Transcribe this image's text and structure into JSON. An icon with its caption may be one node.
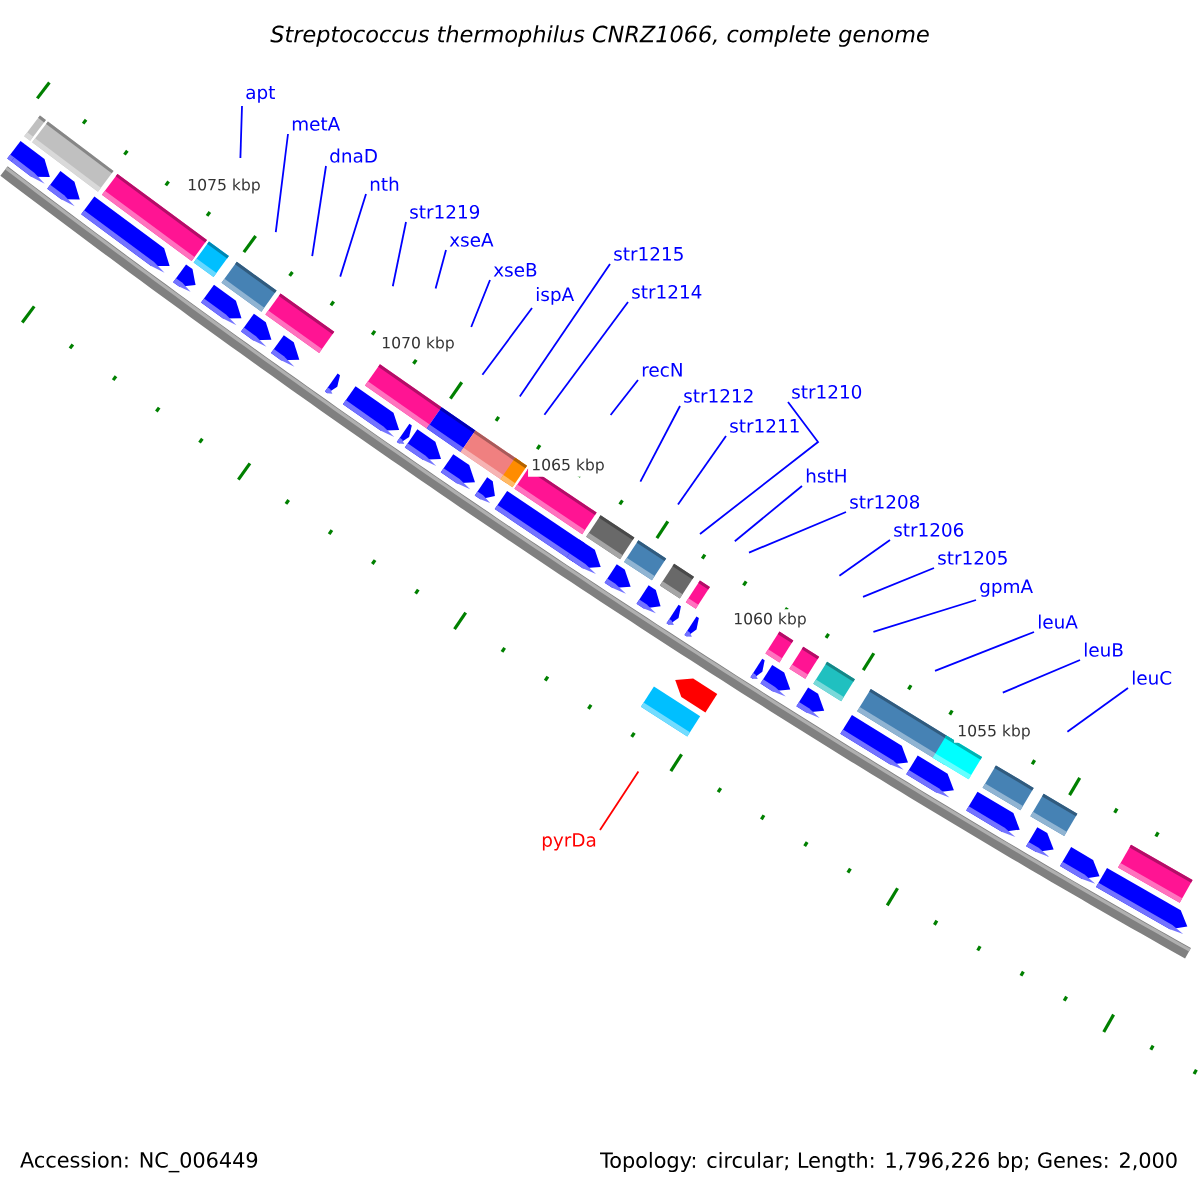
{
  "diagram": {
    "title": "Streptococcus thermophilus CNRZ1066, complete genome",
    "nodes": [
      {
        "text": [
          "apt"
        ]
      },
      {
        "text": [
          "metA"
        ]
      },
      {
        "text": [
          "dnaD"
        ]
      },
      {
        "text": [
          "nth"
        ]
      },
      {
        "text": [
          "str1219"
        ]
      },
      {
        "text": [
          "xseA"
        ]
      },
      {
        "text": [
          "xseB"
        ]
      },
      {
        "text": [
          "ispA"
        ]
      },
      {
        "text": [
          "str1215"
        ]
      },
      {
        "text": [
          "str1214"
        ]
      },
      {
        "text": [
          "recN"
        ]
      },
      {
        "text": [
          "str1212"
        ]
      },
      {
        "text": [
          "str1210"
        ]
      },
      {
        "text": [
          "str1211"
        ]
      },
      {
        "text": [
          "hstH"
        ]
      },
      {
        "text": [
          "str1208"
        ]
      },
      {
        "text": [
          "str1206"
        ]
      },
      {
        "text": [
          "str1205"
        ]
      },
      {
        "text": [
          "gpmA"
        ]
      },
      {
        "text": [
          "leuA"
        ]
      },
      {
        "text": [
          "leuB"
        ]
      },
      {
        "text": [
          "leuC"
        ]
      },
      {
        "text": [
          "pyrDa"
        ]
      }
    ],
    "edges": [
      {
        "from": 0,
        "to": null,
        "arrow": "none"
      },
      {
        "from": 1,
        "to": null,
        "arrow": "none"
      },
      {
        "from": 2,
        "to": null,
        "arrow": "none"
      },
      {
        "from": 3,
        "to": null,
        "arrow": "none"
      },
      {
        "from": 4,
        "to": null,
        "arrow": "none"
      },
      {
        "from": 5,
        "to": null,
        "arrow": "none"
      },
      {
        "from": 6,
        "to": null,
        "arrow": "none"
      },
      {
        "from": 7,
        "to": null,
        "arrow": "none"
      },
      {
        "from": 8,
        "to": null,
        "arrow": "none"
      },
      {
        "from": 9,
        "to": null,
        "arrow": "none"
      },
      {
        "from": 10,
        "to": null,
        "arrow": "none"
      },
      {
        "from": 11,
        "to": null,
        "arrow": "none"
      },
      {
        "from": 12,
        "to": null,
        "arrow": "none"
      },
      {
        "from": 13,
        "to": null,
        "arrow": "none"
      },
      {
        "from": 14,
        "to": null,
        "arrow": "none"
      },
      {
        "from": 15,
        "to": null,
        "arrow": "none"
      },
      {
        "from": 16,
        "to": null,
        "arrow": "none"
      },
      {
        "from": 17,
        "to": null,
        "arrow": "none"
      },
      {
        "from": 18,
        "to": null,
        "arrow": "none"
      },
      {
        "from": 19,
        "to": null,
        "arrow": "none"
      },
      {
        "from": 20,
        "to": null,
        "arrow": "none"
      },
      {
        "from": 21,
        "to": null,
        "arrow": "none"
      },
      {
        "from": 22,
        "to": null,
        "arrow": "none",
        "color": "#ff0000"
      }
    ],
    "labels": [
      "1075 kbp",
      "1070 kbp",
      "1065 kbp",
      "1060 kbp",
      "1055 kbp",
      "Accession: NC_006449",
      "Topology: circular; Length: 1,796,226 bp; Genes: 2,000"
    ]
  }
}
